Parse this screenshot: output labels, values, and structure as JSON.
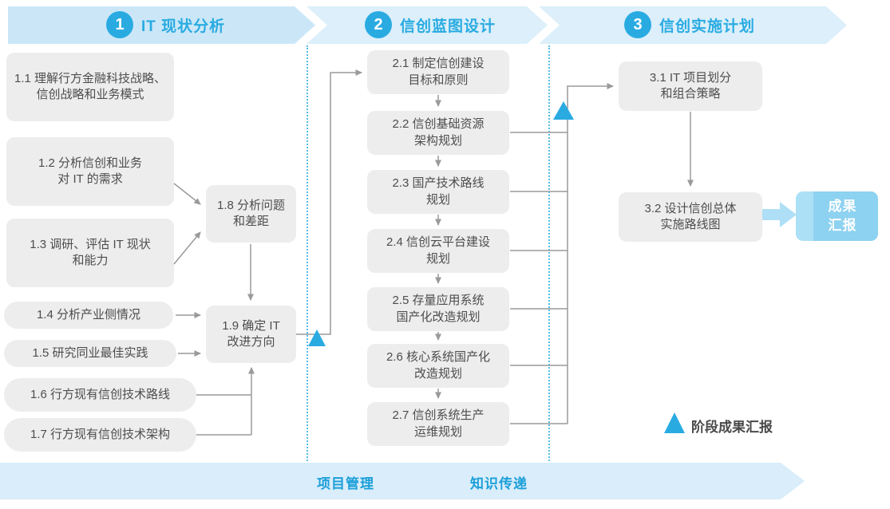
{
  "phases": [
    {
      "num": "1",
      "title": "IT 现状分析"
    },
    {
      "num": "2",
      "title": "信创蓝图设计"
    },
    {
      "num": "3",
      "title": "信创实施计划"
    }
  ],
  "phase1": {
    "b11": {
      "l1": "1.1 理解行方金融科技战略、",
      "l2": "信创战略和业务模式"
    },
    "b12": {
      "l1": "1.2 分析信创和业务",
      "l2": "对 IT 的需求"
    },
    "b13": {
      "l1": "1.3 调研、评估 IT 现状",
      "l2": "和能力"
    },
    "b14": {
      "label": "1.4 分析产业侧情况"
    },
    "b15": {
      "label": "1.5 研究同业最佳实践"
    },
    "b16": {
      "label": "1.6 行方现有信创技术路线"
    },
    "b17": {
      "label": "1.7 行方现有信创技术架构"
    },
    "b18": {
      "l1": "1.8 分析问题",
      "l2": "和差距"
    },
    "b19": {
      "l1": "1.9 确定 IT",
      "l2": "改进方向"
    }
  },
  "phase2": {
    "b21": {
      "l1": "2.1 制定信创建设",
      "l2": "目标和原则"
    },
    "b22": {
      "l1": "2.2 信创基础资源",
      "l2": "架构规划"
    },
    "b23": {
      "l1": "2.3 国产技术路线",
      "l2": "规划"
    },
    "b24": {
      "l1": "2.4 信创云平台建设",
      "l2": "规划"
    },
    "b25": {
      "l1": "2.5 存量应用系统",
      "l2": "国产化改造规划"
    },
    "b26": {
      "l1": "2.6 核心系统国产化",
      "l2": "改造规划"
    },
    "b27": {
      "l1": "2.7 信创系统生产",
      "l2": "运维规划"
    }
  },
  "phase3": {
    "b31": {
      "l1": "3.1 IT 项目划分",
      "l2": "和组合策略"
    },
    "b32": {
      "l1": "3.2 设计信创总体",
      "l2": "实施路线图"
    },
    "result": {
      "l1": "成果",
      "l2": "汇报"
    }
  },
  "legend": {
    "milestone_label": "阶段成果汇报"
  },
  "footer": {
    "items": [
      "项目管理",
      "知识传递"
    ]
  },
  "colors": {
    "accent_blue": "#29abe2",
    "band_phase1": "#cbe7f7",
    "band_phase23": "#dceffa",
    "footer_band": "#d9edfa",
    "box_gray": "#ededed",
    "box_text": "#4d4d4d",
    "connector_gray": "#9a9a9a",
    "result_box_blue": "#8dd2f0"
  }
}
